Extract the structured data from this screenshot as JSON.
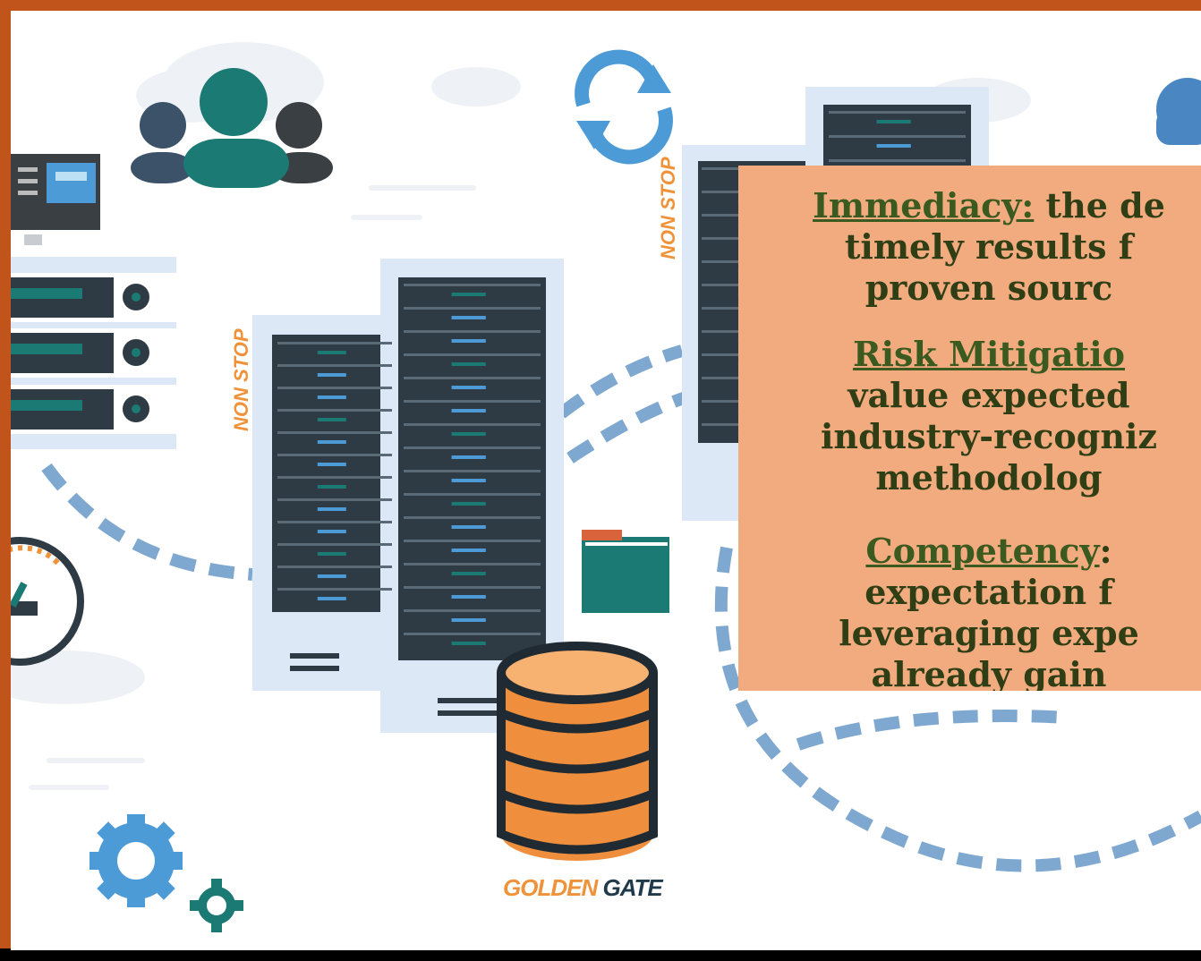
{
  "colors": {
    "border": "#c0541b",
    "callout_bg": "#f1ab7f",
    "callout_text": "#2f3e14",
    "accent_orange": "#f0923a",
    "server_dark": "#2e3b45",
    "accent_blue": "#4d9bd6",
    "teal": "#1b7a74"
  },
  "labels": {
    "nonstop_left": "NON STOP",
    "nonstop_right": "NON STOP",
    "golden": "GOLDEN",
    "gate": "GATE"
  },
  "callout": {
    "immediacy_head": "Immediacy:",
    "immediacy_l1_rest": " the de",
    "immediacy_l2": "timely results f",
    "immediacy_l3": "proven sourc",
    "risk_head": "Risk Mitigatio",
    "risk_l2": "value expected",
    "risk_l3": "industry-recogniz",
    "risk_l4": "methodolog",
    "comp_head": "Competency",
    "comp_l1_rest": ": ",
    "comp_l2": "expectation f",
    "comp_l3": "leveraging expe",
    "comp_l4": "already gain"
  },
  "icons": [
    "users-icon",
    "sync-icon",
    "cloud-icon",
    "folder-icon",
    "database-icon",
    "gear-icon",
    "gauge-icon",
    "monitor-icon"
  ]
}
